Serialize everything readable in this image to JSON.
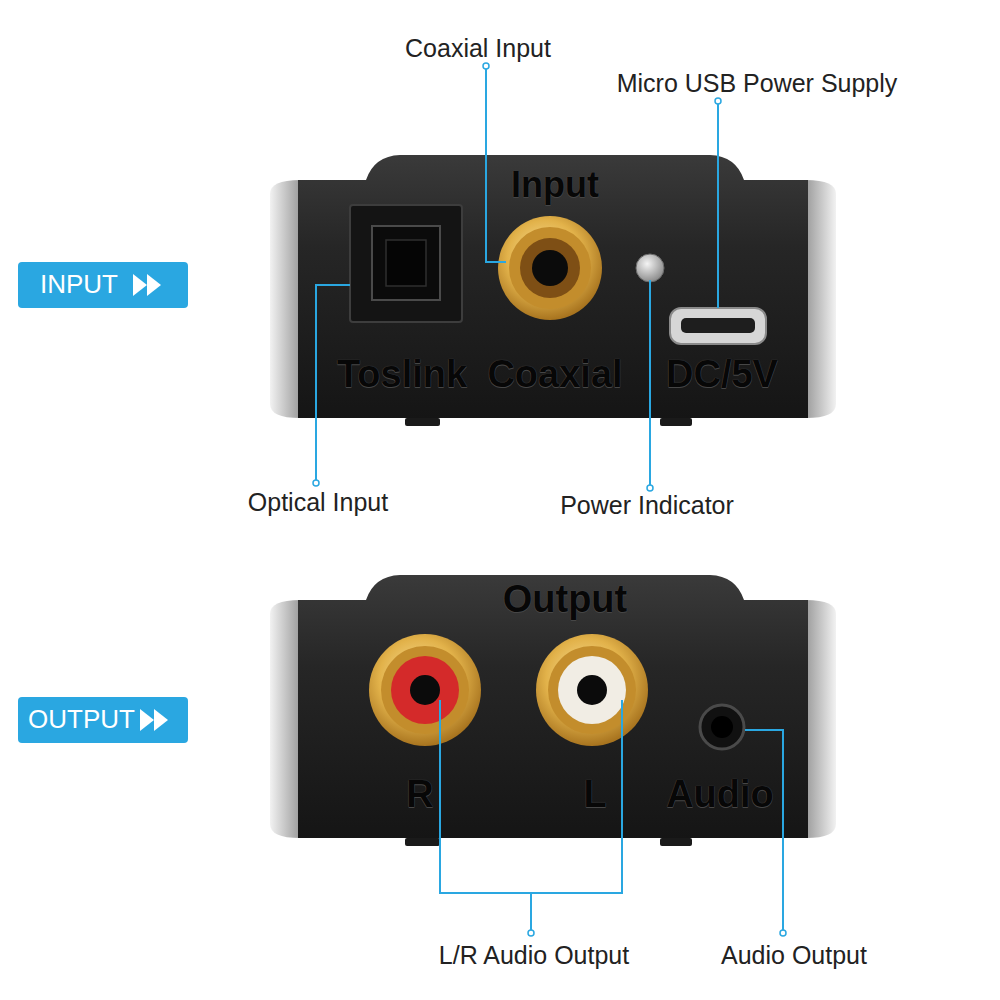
{
  "diagram": {
    "nodes": [
      {
        "text": [
          "Input",
          "Toslink",
          "Coaxial",
          "DC/5V"
        ]
      },
      {
        "text": [
          "INPUT"
        ]
      },
      {
        "text": [
          "Output",
          "R",
          "L",
          "Audio"
        ]
      },
      {
        "text": [
          "OUTPUT"
        ]
      }
    ],
    "labels": [
      "Coaxial Input",
      "Micro USB Power Supply",
      "Optical Input",
      "Power Indicator",
      "L/R Audio Output",
      "Audio Output"
    ]
  }
}
